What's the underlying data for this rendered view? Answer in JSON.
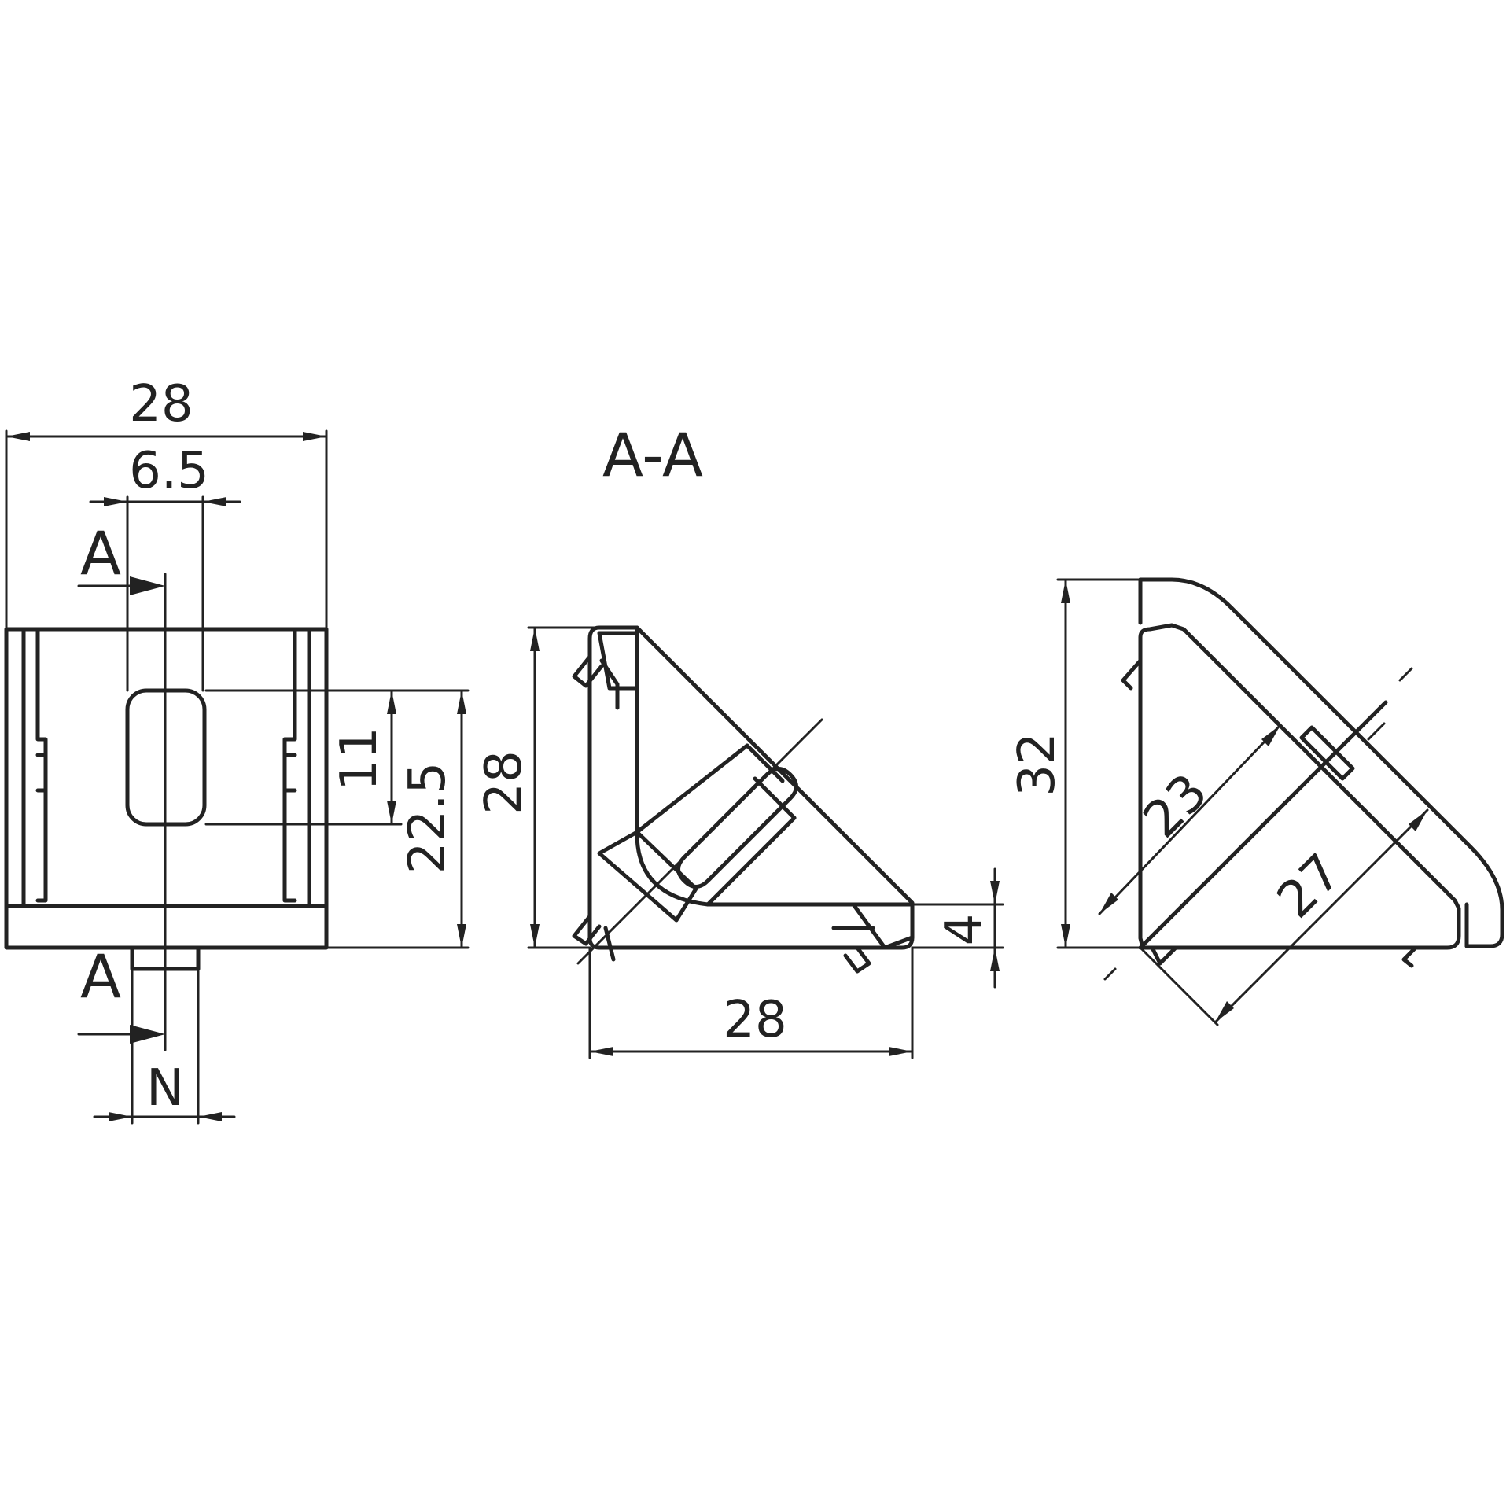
{
  "section_title": "A-A",
  "section_marker_top": "A",
  "section_marker_bottom": "A",
  "front_view": {
    "width_dim": "28",
    "slot_width_dim": "6.5",
    "slot_height_dim": "11",
    "height_dim": "22.5",
    "tab_width_dim": "N"
  },
  "section_view": {
    "height_dim": "28",
    "width_dim": "28",
    "thickness_dim": "4"
  },
  "side_view": {
    "height_dim": "32",
    "inner_diagonal_dim": "23",
    "outer_diagonal_dim": "27"
  },
  "colors": {
    "line": "#222222",
    "background": "#ffffff"
  }
}
